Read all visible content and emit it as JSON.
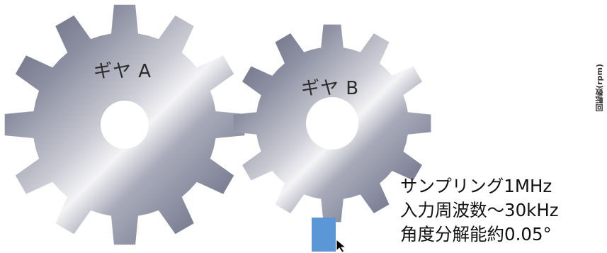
{
  "gears": {
    "gear_a_label": "ギヤ A",
    "gear_b_label": "ギヤ B"
  },
  "axis_label": "回転数(rpm)",
  "specs": {
    "line1": "サンプリング1MHz",
    "line2": "入力周波数～30kHz",
    "line3": "角度分解能約0.05°"
  },
  "colors": {
    "sensor": "#5b96d6",
    "gear_dark": "#6f7388",
    "gear_light": "#f4f4f6"
  }
}
